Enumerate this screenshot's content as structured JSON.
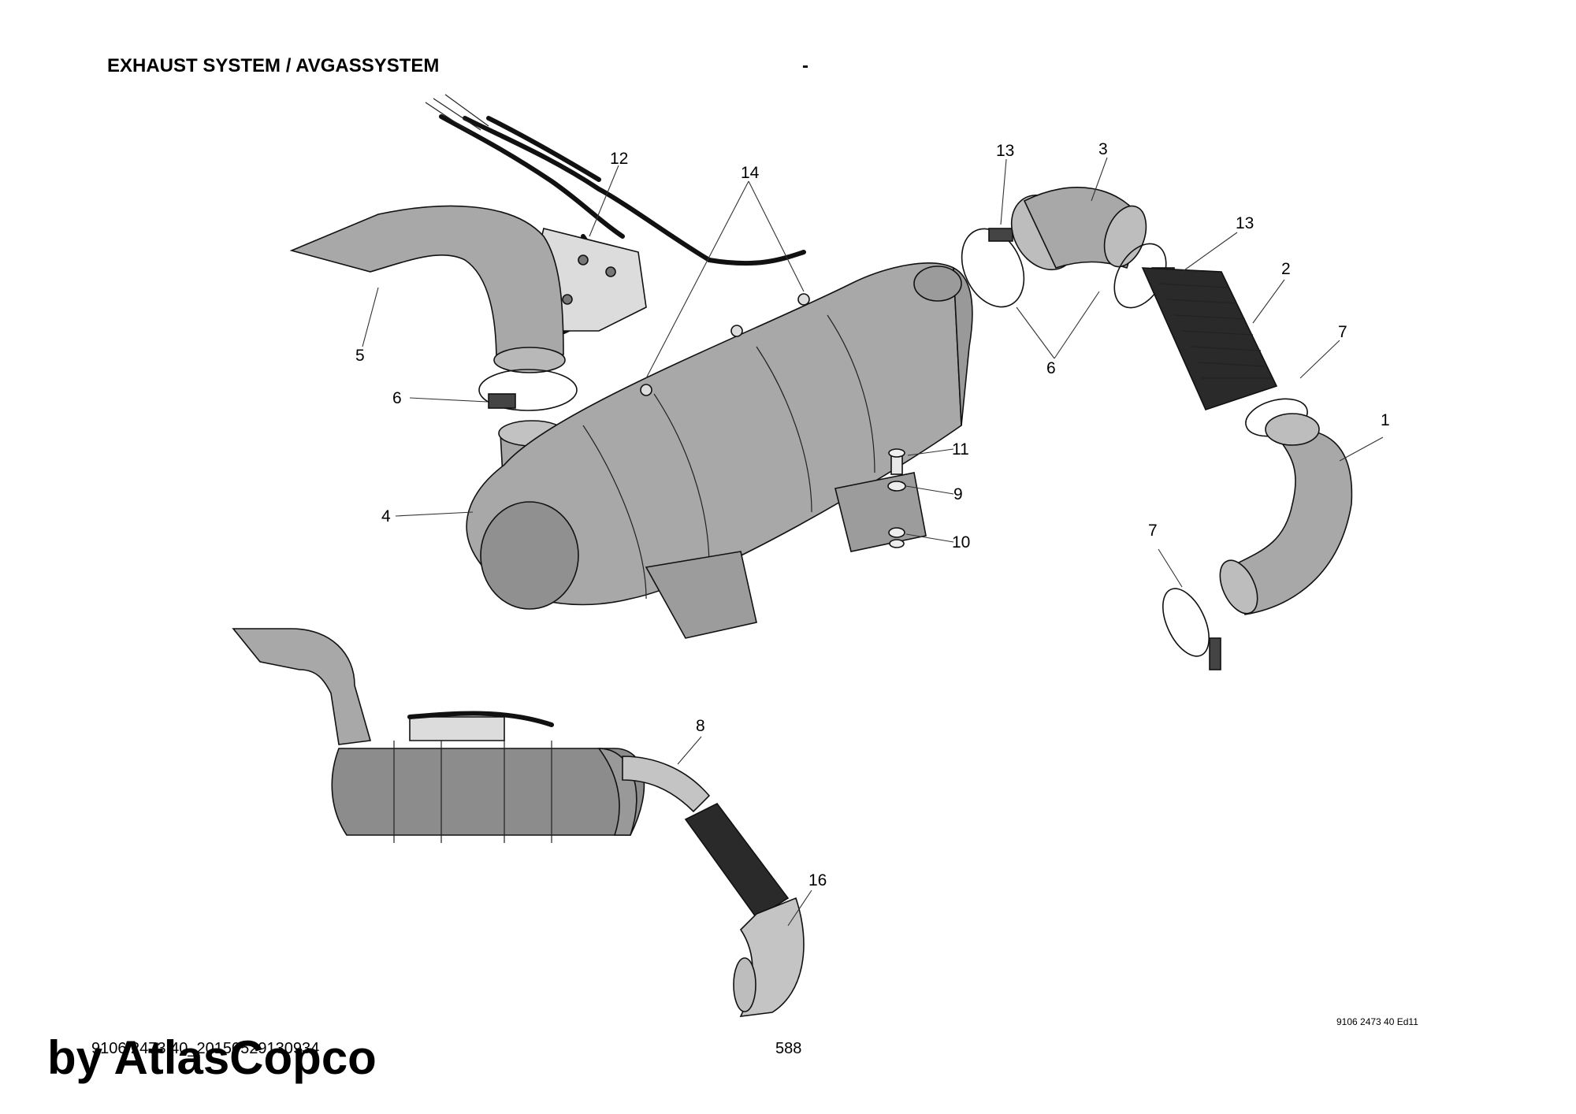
{
  "header": {
    "title": "EXHAUST SYSTEM / AVGASSYSTEM",
    "separator": "-"
  },
  "callouts": [
    "1",
    "2",
    "3",
    "4",
    "5",
    "6",
    "6",
    "7",
    "7",
    "8",
    "9",
    "10",
    "11",
    "12",
    "13",
    "13",
    "14",
    "16"
  ],
  "footer": {
    "edition": "9106 2473 40 Ed11",
    "doc_id": "9106 2473 40_20150529130934",
    "page_number": "588",
    "watermark": "by AtlasCopco"
  },
  "colors": {
    "part_fill": "#a8a8a8",
    "part_dark": "#8c8c8c",
    "pipe_fill": "#c4c4c4",
    "bellows": "#2a2a2a"
  }
}
